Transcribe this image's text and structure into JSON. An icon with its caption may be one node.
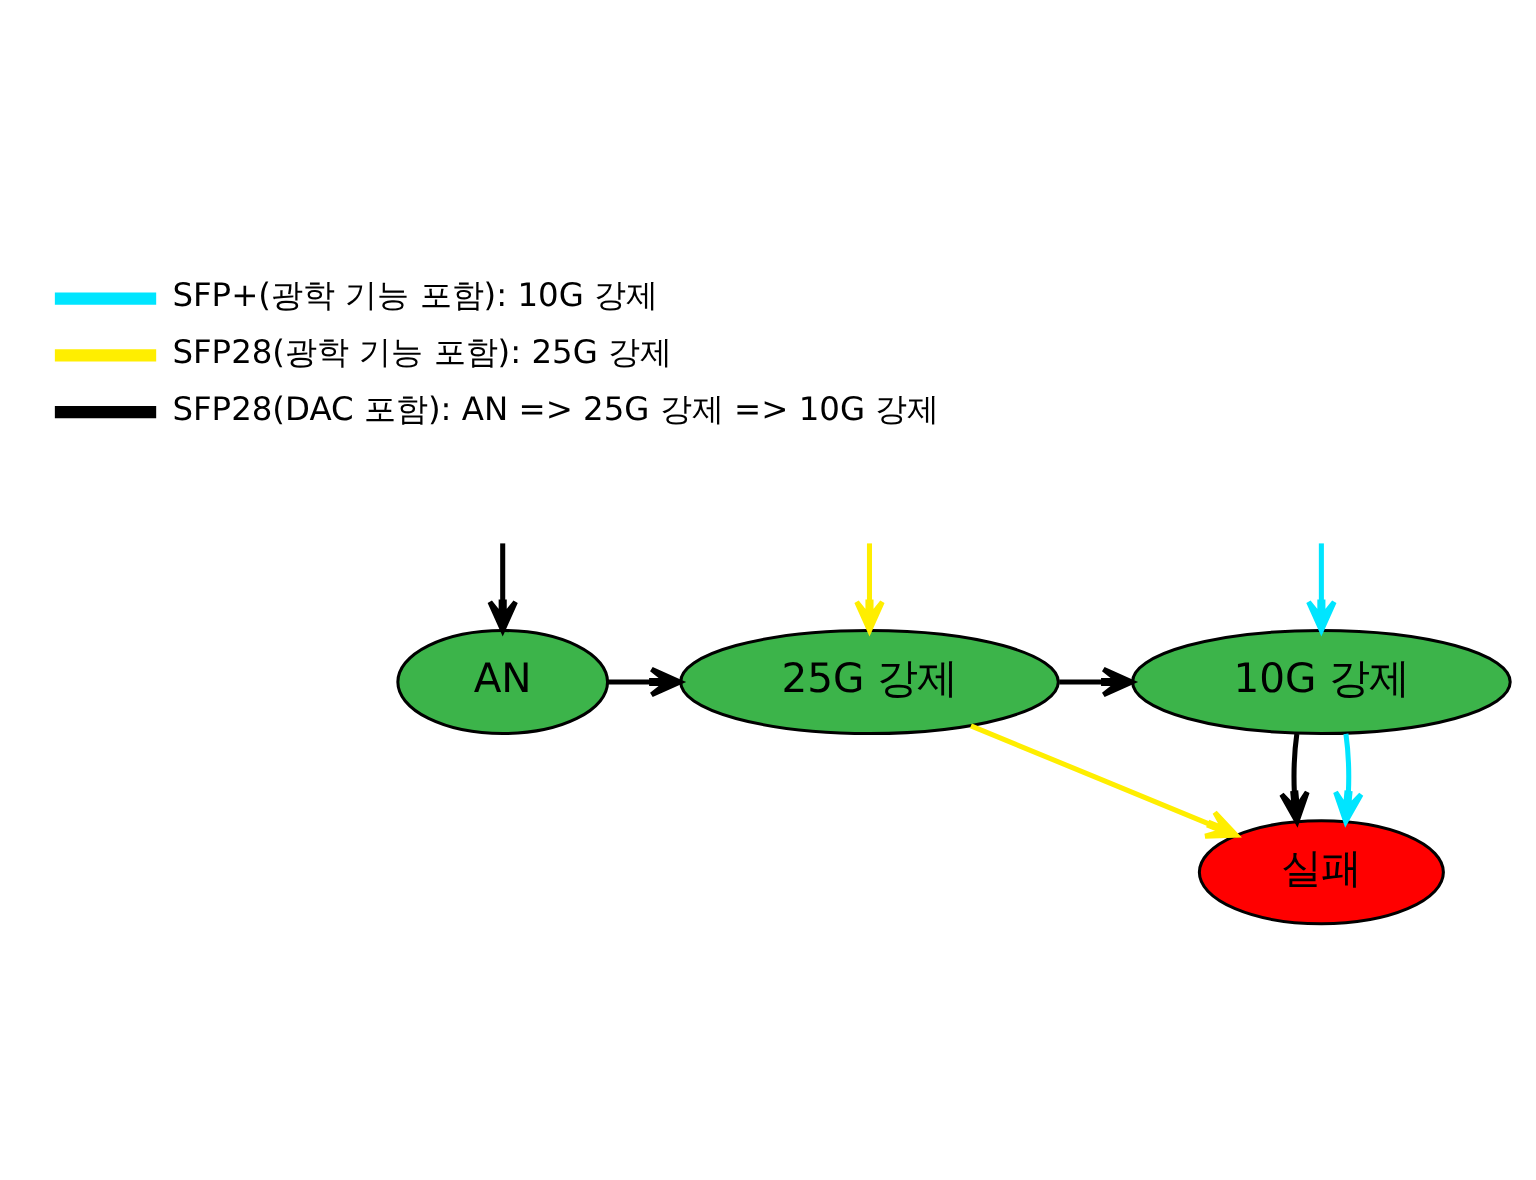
{
  "diagram": {
    "nodes": [
      {
        "text": [
          "AN"
        ]
      },
      {
        "text": [
          "25G 강제"
        ]
      },
      {
        "text": [
          "10G 강제"
        ]
      },
      {
        "text": [
          "실패"
        ]
      }
    ],
    "edges": [
      {
        "from": null,
        "to": 0,
        "arrow": "to"
      },
      {
        "from": null,
        "to": 1,
        "arrow": "to",
        "color": "#ffee00"
      },
      {
        "from": null,
        "to": 2,
        "arrow": "to",
        "color": "#00e5ff"
      },
      {
        "from": 0,
        "to": 1,
        "arrow": "to"
      },
      {
        "from": 1,
        "to": 2,
        "arrow": "to"
      },
      {
        "from": 1,
        "to": 3,
        "arrow": "to",
        "color": "#ffee00"
      },
      {
        "from": 2,
        "to": 3,
        "arrow": "to"
      },
      {
        "from": 2,
        "to": 3,
        "arrow": "to",
        "color": "#00e5ff"
      }
    ],
    "legend": [
      {
        "text": "SFP+(광학 기능 포함): 10G 강제",
        "color": "#00e5ff"
      },
      {
        "text": "SFP28(광학 기능 포함): 25G 강제",
        "color": "#ffee00"
      },
      {
        "text": "SFP28(DAC 포함): AN => 25G 강제 => 10G 강제",
        "color": "#000000"
      }
    ]
  }
}
